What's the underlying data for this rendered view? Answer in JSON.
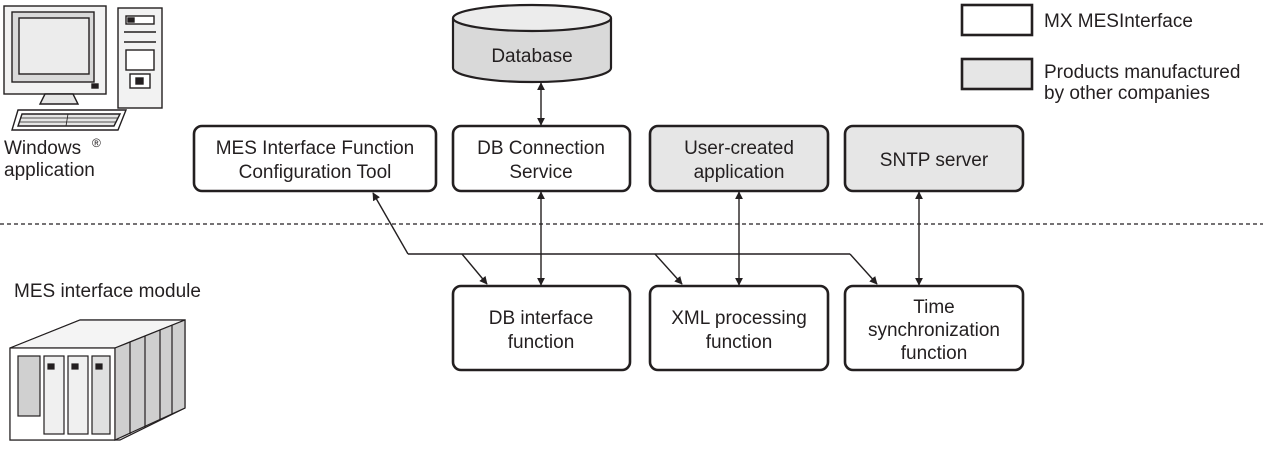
{
  "legend": {
    "mx_mesinterface": "MX MESInterface",
    "other_products": [
      "Products manufactured",
      "by other companies"
    ]
  },
  "database": {
    "label": "Database"
  },
  "windows_app": {
    "lines": [
      "Windows",
      "application"
    ],
    "registered_mark": "®"
  },
  "module_label": "MES interface module",
  "top_boxes": {
    "config_tool": [
      "MES Interface Function",
      "Configuration Tool"
    ],
    "db_connection": [
      "DB Connection",
      "Service"
    ],
    "user_app": [
      "User-created",
      "application"
    ],
    "sntp": [
      "SNTP server"
    ]
  },
  "bottom_boxes": {
    "db_interface": [
      "DB interface",
      "function"
    ],
    "xml_processing": [
      "XML processing",
      "function"
    ],
    "time_sync": [
      "Time",
      "synchronization",
      "function"
    ]
  }
}
